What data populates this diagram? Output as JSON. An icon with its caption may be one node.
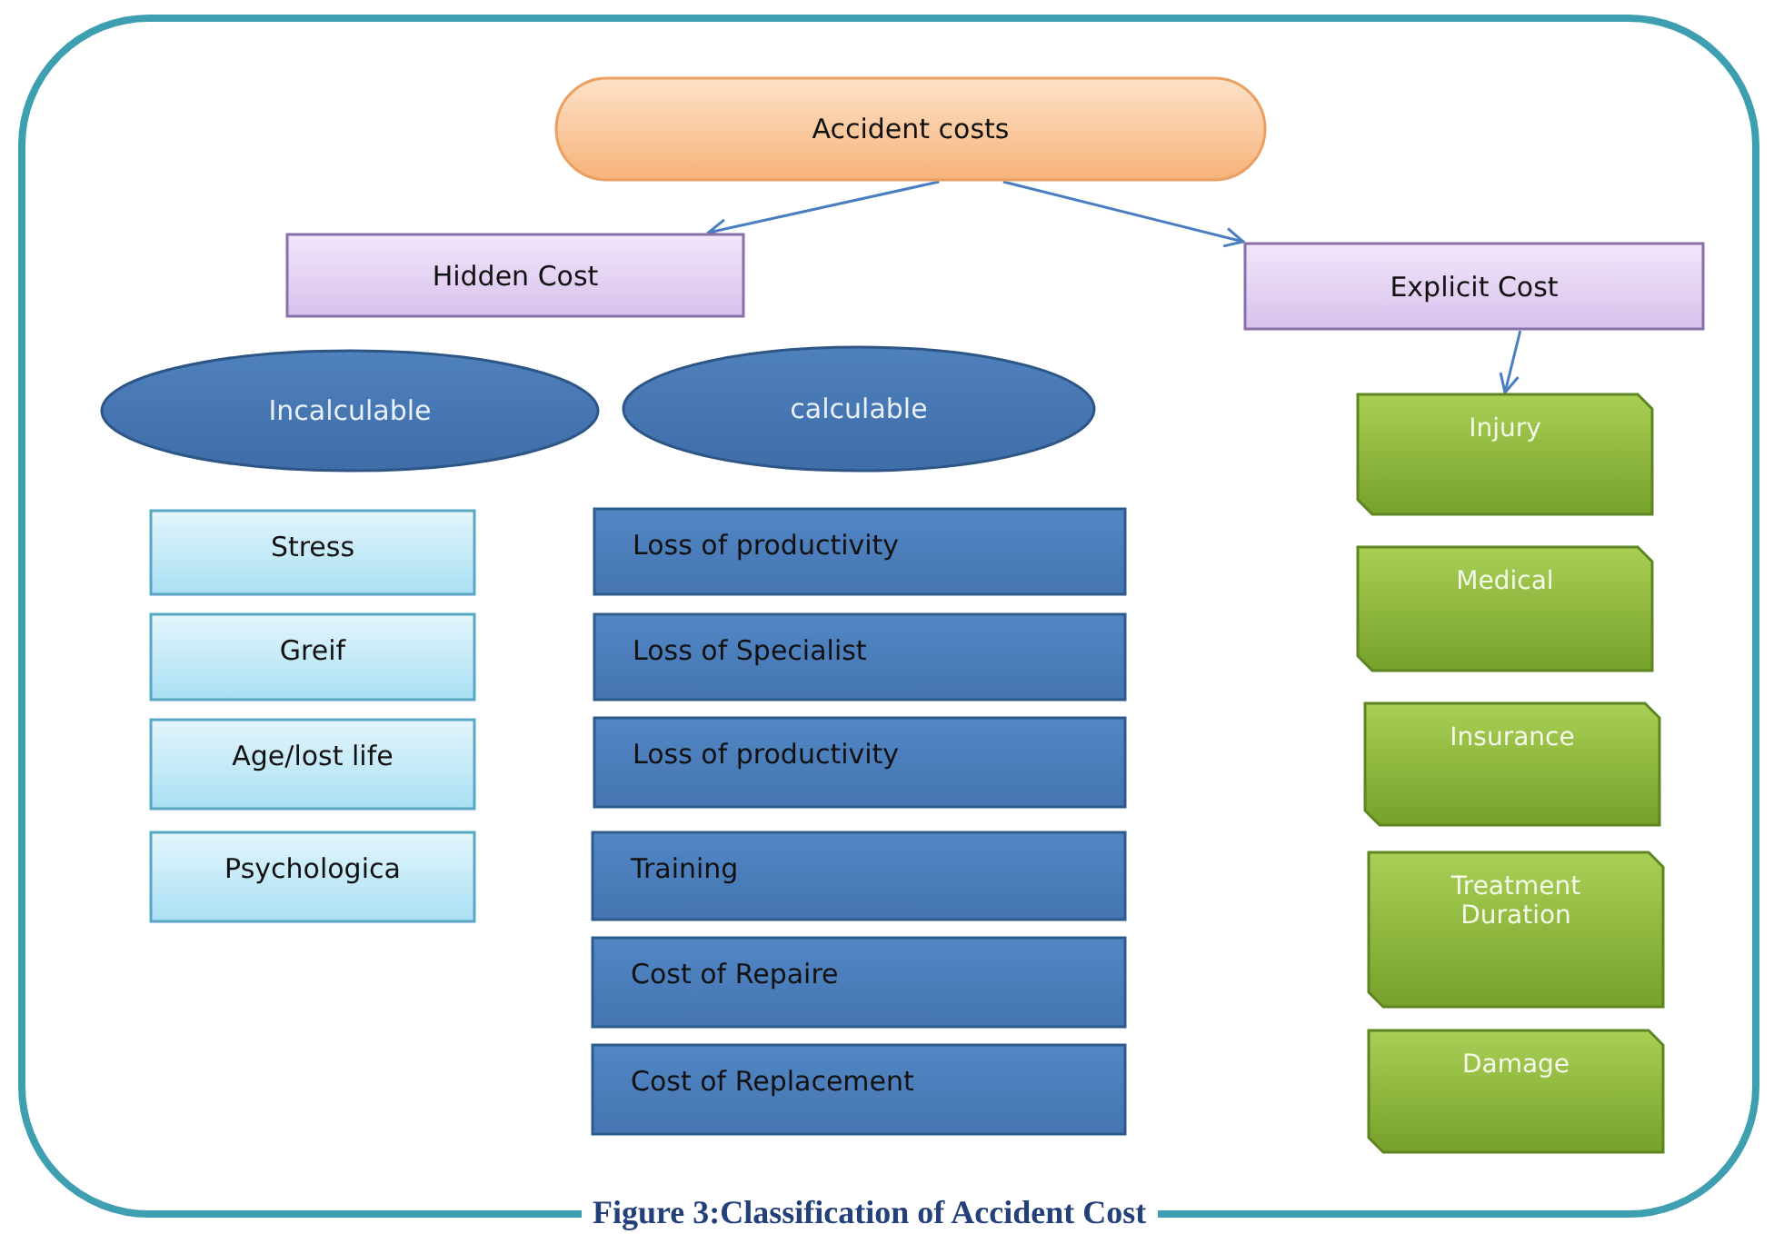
{
  "diagram": {
    "caption": "Figure 3:Classification of Accident Cost",
    "nodes": [
      {
        "text": [
          "Accident costs"
        ]
      },
      {
        "text": [
          "Hidden Cost"
        ]
      },
      {
        "text": [
          "Explicit Cost"
        ]
      },
      {
        "text": [
          "Incalculable"
        ]
      },
      {
        "text": [
          "calculable"
        ]
      },
      {
        "text": [
          "Stress"
        ]
      },
      {
        "text": [
          "Greif"
        ]
      },
      {
        "text": [
          "Age/lost  life"
        ]
      },
      {
        "text": [
          "Psychologica"
        ]
      },
      {
        "text": [
          "Loss of productivity"
        ]
      },
      {
        "text": [
          "Loss of Specialist"
        ]
      },
      {
        "text": [
          "Loss of productivity"
        ]
      },
      {
        "text": [
          "Training"
        ]
      },
      {
        "text": [
          "Cost of Repaire"
        ]
      },
      {
        "text": [
          "Cost of Replacement"
        ]
      },
      {
        "text": [
          "Injury"
        ]
      },
      {
        "text": [
          "Medical"
        ]
      },
      {
        "text": [
          "Insurance"
        ]
      },
      {
        "text": [
          "Treatment Duration"
        ]
      },
      {
        "text": [
          "Damage"
        ]
      }
    ],
    "edges": [
      {
        "from": 0,
        "to": 1,
        "arrow": "to"
      },
      {
        "from": 0,
        "to": 2,
        "arrow": "to"
      },
      {
        "from": 2,
        "to": 15,
        "arrow": "to"
      }
    ]
  }
}
